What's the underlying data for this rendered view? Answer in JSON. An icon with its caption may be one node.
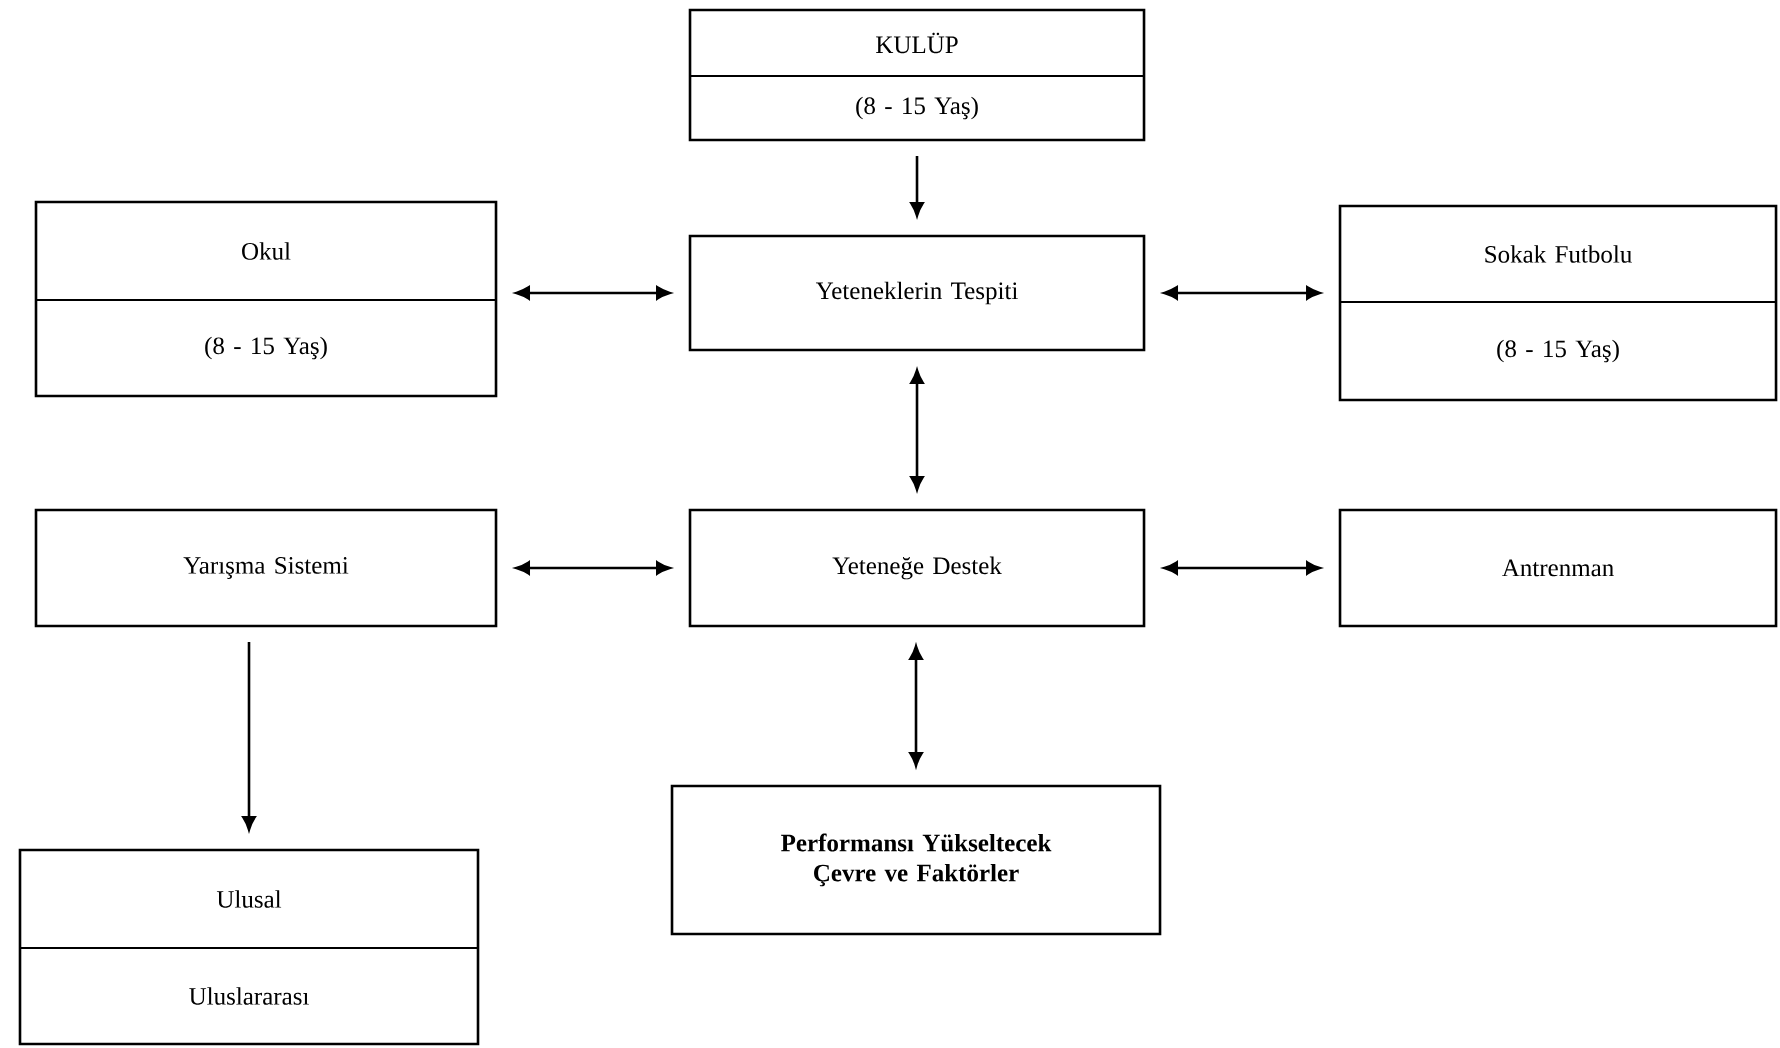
{
  "diagram": {
    "nodes": [
      {
        "text": [
          "KULÜP",
          "(8 - 15 Yaş)"
        ]
      },
      {
        "text": [
          "Okul",
          "(8 - 15 Yaş)"
        ]
      },
      {
        "text": [
          "Yeteneklerin Tespiti"
        ]
      },
      {
        "text": [
          "Sokak Futbolu",
          "(8 - 15 Yaş)"
        ]
      },
      {
        "text": [
          "Yarışma Sistemi"
        ]
      },
      {
        "text": [
          "Yeteneğe Destek"
        ]
      },
      {
        "text": [
          "Antrenman"
        ]
      },
      {
        "text": [
          "Performansı Yükseltecek Çevre ve Faktörler"
        ]
      },
      {
        "text": [
          "Ulusal",
          "Uluslararası"
        ]
      }
    ],
    "edges": [
      {
        "from": 0,
        "to": 2,
        "arrow": "to"
      },
      {
        "from": 1,
        "to": 2,
        "arrow": "both"
      },
      {
        "from": 2,
        "to": 3,
        "arrow": "both"
      },
      {
        "from": 2,
        "to": 5,
        "arrow": "both"
      },
      {
        "from": 4,
        "to": 5,
        "arrow": "both"
      },
      {
        "from": 5,
        "to": 6,
        "arrow": "both"
      },
      {
        "from": 5,
        "to": 7,
        "arrow": "both"
      },
      {
        "from": 4,
        "to": 8,
        "arrow": "to"
      }
    ]
  }
}
